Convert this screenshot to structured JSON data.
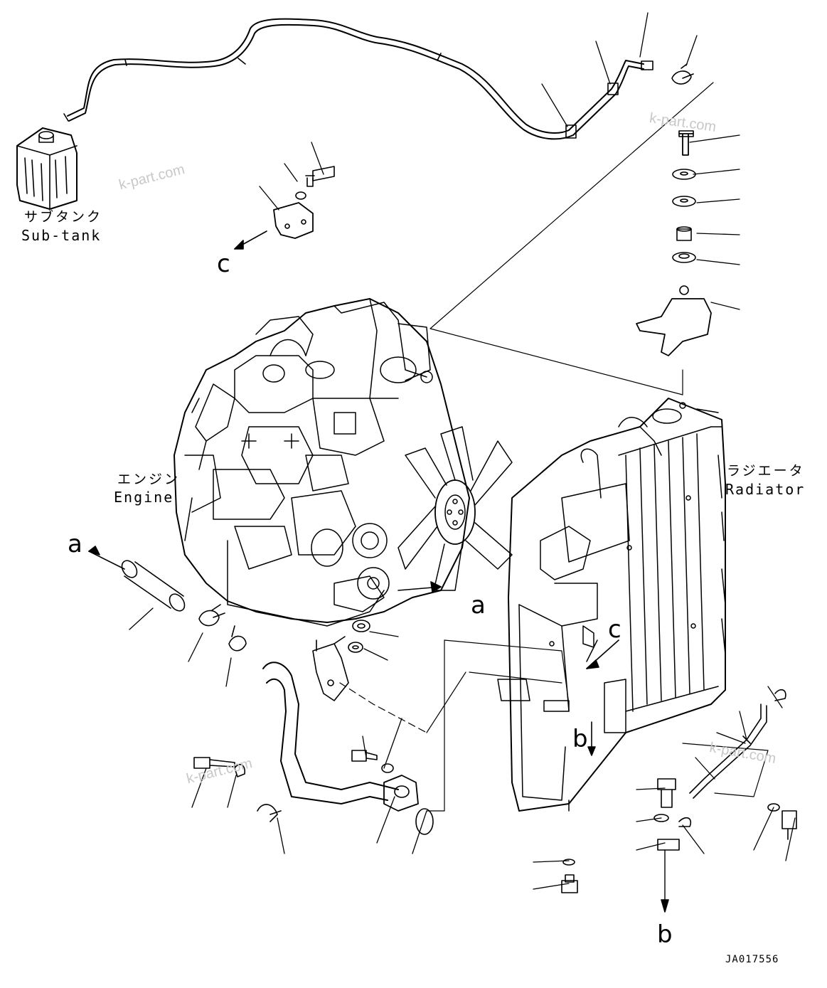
{
  "labels": {
    "subtank_jp": "サブタンク",
    "subtank_en": "Sub-tank",
    "engine_jp": "エンジン",
    "engine_en": "Engine",
    "radiator_jp": "ラジエータ",
    "radiator_en": "Radiator"
  },
  "refs": {
    "a_left": "a",
    "a_right": "a",
    "c_top": "c",
    "c_mid": "c",
    "b_mid": "b",
    "b_bottom": "b"
  },
  "watermarks": [
    "k-part.com",
    "k-part.com",
    "k-part.com",
    "k-part.com"
  ],
  "drawing_code": "JA017556"
}
